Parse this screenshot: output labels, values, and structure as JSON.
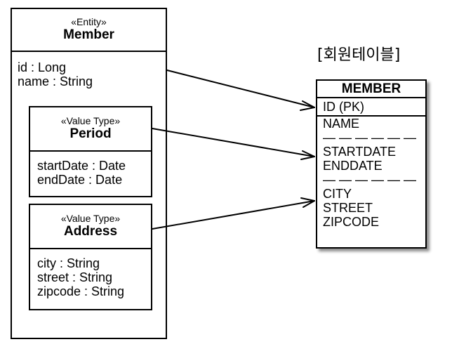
{
  "entity": {
    "stereotype": "«Entity»",
    "name": "Member",
    "attributes": [
      "id : Long",
      "name : String"
    ]
  },
  "period": {
    "stereotype": "«Value Type»",
    "name": "Period",
    "attributes": [
      "startDate : Date",
      "endDate : Date"
    ]
  },
  "address": {
    "stereotype": "«Value Type»",
    "name": "Address",
    "attributes": [
      "city : String",
      "street : String",
      "zipcode : String"
    ]
  },
  "table": {
    "title": "[회원테이블]",
    "name": "MEMBER",
    "pk": "ID (PK)",
    "columns": [
      "NAME",
      "— — — — — —",
      "STARTDATE",
      "ENDDATE",
      "— — — — — —",
      "CITY",
      "STREET",
      "ZIPCODE"
    ]
  }
}
